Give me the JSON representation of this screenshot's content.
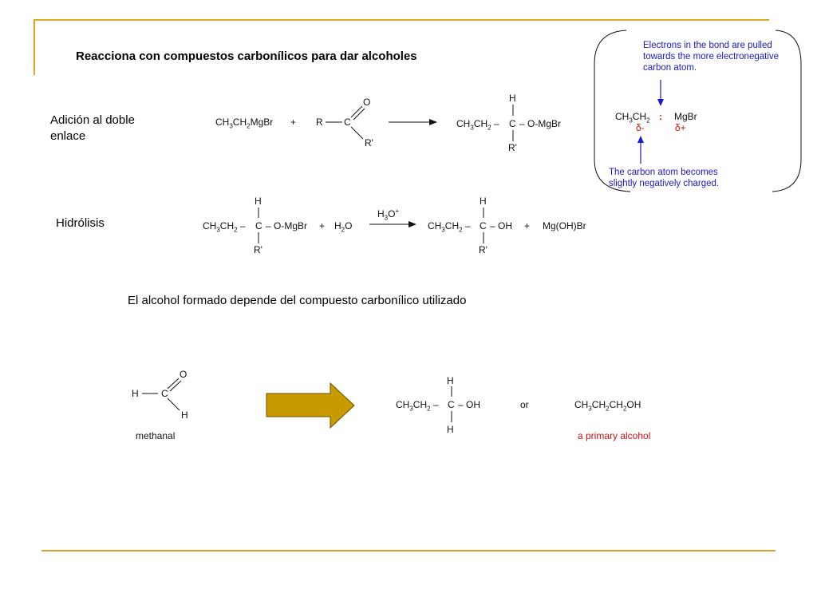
{
  "title": "Reacciona con compuestos carbonílicos para dar alcoholes",
  "labels": {
    "adicion": "Adición al doble enlace",
    "hidrolisis": "Hidrólisis",
    "depends": "El alcohol formado depende del compuesto carbonílico utilizado"
  },
  "chem": {
    "grignard_pre": "CH",
    "grignard_mid": "CH",
    "grignard_post": "MgBr",
    "sub3": "3",
    "sub2": "2",
    "plus": "+",
    "R": "R",
    "C": "C",
    "O": "O",
    "Rprime": "R'",
    "H": "H",
    "OMgBr": "– O-MgBr",
    "OH": "– OH",
    "h2o_pre": "H",
    "h2o_post": "O",
    "h3o_pre": "H",
    "h3o_post": "O",
    "h3o_sup": "+",
    "mgohbr": "Mg(OH)Br",
    "or": "or",
    "propanol_a": "CH",
    "propanol_b": "CH",
    "propanol_c": "CH",
    "propanol_d": "OH",
    "methanal": "methanal",
    "primary_alcohol": "a primary alcohol"
  },
  "callout": {
    "top_text": "Electrons in the bond are pulled towards the more electronegative carbon atom.",
    "bottom_text": "The carbon atom becomes slightly negatively charged.",
    "ch3ch2": "CH",
    "colon": ":",
    "mgbr": "MgBr",
    "delta_minus": "δ-",
    "delta_plus": "δ+"
  },
  "colors": {
    "accent_line": "#E0A526",
    "arrow_fill": "#C99A00",
    "callout_text": "#1a1ac8",
    "highlight_text": "#cc1111"
  }
}
